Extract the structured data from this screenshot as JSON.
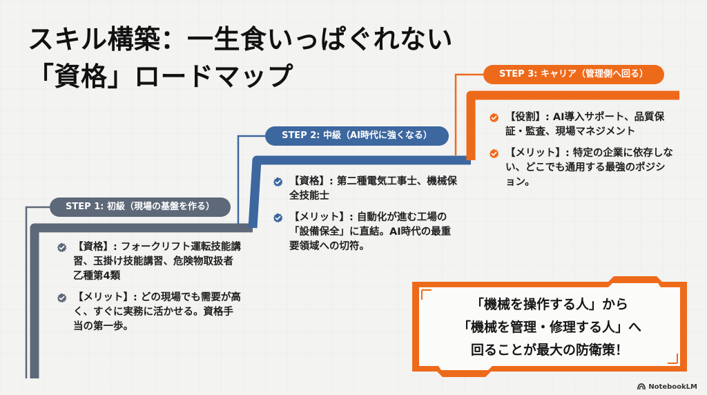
{
  "title": {
    "line1": "スキル構築：一生食いっぱぐれない",
    "line2": "「資格」ロードマップ"
  },
  "steps": [
    {
      "label": "STEP 1: 初級（現場の基盤を作る）",
      "bullets": [
        "【資格】: フォークリフト運転技能講習、玉掛け技能講習、危険物取扱者 乙種第4類",
        "【メリット】: どの現場でも需要が高く、すぐに実務に活かせる。資格手当の第一歩。"
      ]
    },
    {
      "label": "STEP 2: 中級（AI時代に強くなる）",
      "bullets": [
        "【資格】: 第二種電気工事士、機械保全技能士",
        "【メリット】: 自動化が進む工場の「設備保全」に直結。AI時代の最重要領域への切符。"
      ]
    },
    {
      "label": "STEP 3: キャリア（管理側へ回る）",
      "bullets": [
        "【役割】: AI導入サポート、品質保証・監査、現場マネジメント",
        "【メリット】: 特定の企業に依存しない、どこでも通用する最強のポジション。"
      ]
    }
  ],
  "callout": {
    "line1": "「機械を操作する人」から",
    "line2": "「機械を管理・修理する人」へ",
    "line3": "回ることが最大の防衛策！"
  },
  "branding": "NotebookLM",
  "icons": {
    "bullet": "check-badge-icon",
    "brand": "notebooklm-logo-icon"
  },
  "colors": {
    "step1": "#5d6878",
    "step2": "#3c679f",
    "step3": "#ee6a1b",
    "check": "#5d6878"
  }
}
